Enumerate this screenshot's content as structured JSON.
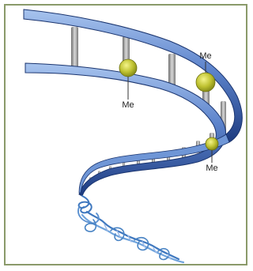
{
  "figure": {
    "labels": {
      "methyl_1": "Me",
      "methyl_2": "Me",
      "methyl_3": "Me"
    },
    "colors": {
      "frame_border": "#8a9a6a",
      "backbone_dark": "#1f3f86",
      "backbone_light": "#9fbce8",
      "rung": "#8f8f8f",
      "methyl_ball": "#b3b82d",
      "helix": "#4a84c4"
    }
  }
}
